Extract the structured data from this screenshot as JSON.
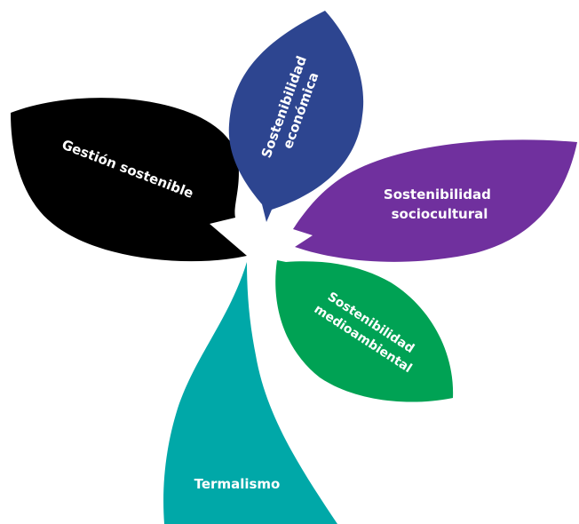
{
  "diagram": {
    "petals": [
      {
        "id": "gestion",
        "lines": [
          "Gestión sostenible"
        ],
        "color": "#000000"
      },
      {
        "id": "economica",
        "lines": [
          "Sostenibilidad",
          "económica"
        ],
        "color": "#2d4590"
      },
      {
        "id": "sociocultural",
        "lines": [
          "Sostenibilidad",
          "sociocultural"
        ],
        "color": "#70309e"
      },
      {
        "id": "medioambiental",
        "lines": [
          "Sostenibilidad",
          "medioambiental"
        ],
        "color": "#00a254"
      },
      {
        "id": "termalismo",
        "lines": [
          "Termalismo"
        ],
        "color": "#00a8a8"
      }
    ]
  }
}
